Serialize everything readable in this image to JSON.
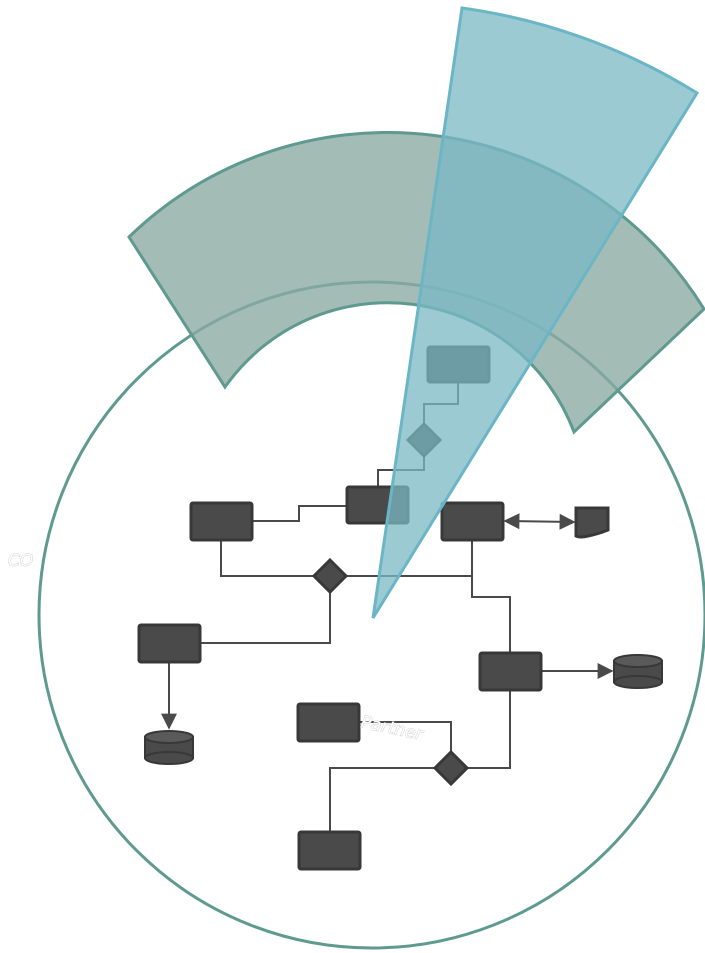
{
  "labels": {
    "left_edge": "CO",
    "center": "Partner"
  },
  "colors": {
    "circle_stroke": "#5e9a8f",
    "band_fill": "#8aa9a2",
    "band_stroke": "#5e9a8f",
    "wedge_fill": "#7ab8c4",
    "wedge_stroke": "#6ab6c6",
    "node_fill": "#4a4a4a",
    "node_stroke": "#383838",
    "connector": "#4a4a4a"
  },
  "icons": {
    "process": "rectangle-box",
    "decision": "diamond",
    "database": "cylinder",
    "document": "document-shape"
  }
}
